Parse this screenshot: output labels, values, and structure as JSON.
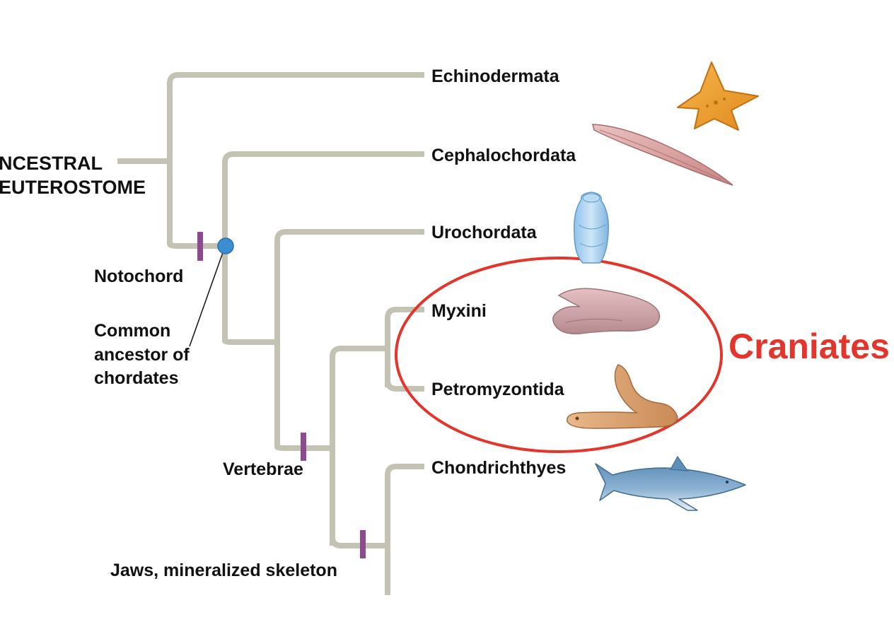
{
  "root_label": [
    "NCESTRAL",
    "EUTEROSTOME"
  ],
  "taxa": [
    {
      "id": "echinodermata",
      "label": "Echinodermata",
      "icon": "starfish-icon"
    },
    {
      "id": "cephalochordata",
      "label": "Cephalochordata",
      "icon": "lancelet-icon"
    },
    {
      "id": "urochordata",
      "label": "Urochordata",
      "icon": "tunicate-icon"
    },
    {
      "id": "myxini",
      "label": "Myxini",
      "icon": "hagfish-icon"
    },
    {
      "id": "petromyzontida",
      "label": "Petromyzontida",
      "icon": "lamprey-icon"
    },
    {
      "id": "chondrichthyes",
      "label": "Chondrichthyes",
      "icon": "shark-icon"
    }
  ],
  "traits": {
    "notochord": "Notochord",
    "common_ancestor": [
      "Common",
      "ancestor of",
      "chordates"
    ],
    "vertebrae": "Vertebrae",
    "jaws": "Jaws, mineralized skeleton"
  },
  "highlight": {
    "label": "Craniates",
    "color": "#e3352b",
    "encloses": [
      "Myxini",
      "Petromyzontida"
    ]
  },
  "colors": {
    "branch": "#c4c3b3",
    "trait_tick": "#8e4a8e",
    "ancestor_node": "#3b8fd0",
    "text": "#111111"
  }
}
